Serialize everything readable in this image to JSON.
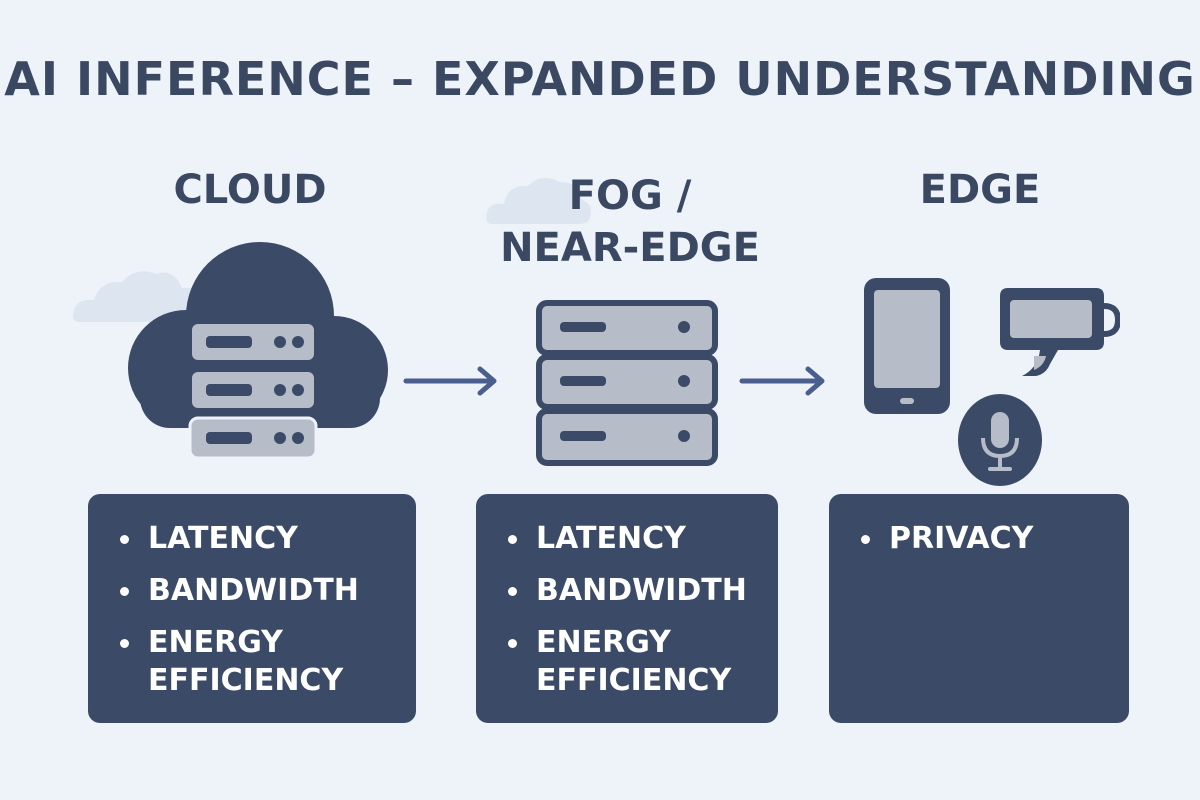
{
  "title": "AI INFERENCE – EXPANDED UNDERSTANDING",
  "columns": [
    {
      "heading": "CLOUD",
      "icon": "cloud-server-icon",
      "items": [
        "LATENCY",
        "BANDWIDTH",
        "ENERGY EFFICIENCY"
      ]
    },
    {
      "heading": "FOG / NEAR-EDGE",
      "icon": "server-rack-icon",
      "items": [
        "LATENCY",
        "BANDWIDTH",
        "ENERGY EFFICIENCY"
      ]
    },
    {
      "heading": "EDGE",
      "icon": "edge-devices-icon",
      "items": [
        "PRIVACY"
      ]
    }
  ],
  "colors": {
    "background": "#eef3fa",
    "dark": "#3b4a66",
    "light_gray": "#b7bdc8",
    "arrow": "#4a5f8e",
    "faint_cloud": "#dde5f0"
  }
}
